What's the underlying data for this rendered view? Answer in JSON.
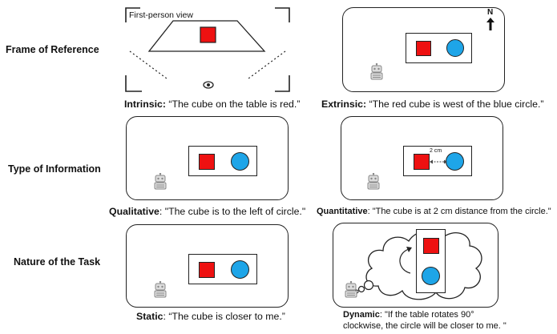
{
  "rows": {
    "frame_of_reference": "Frame of Reference",
    "type_of_information": "Type of Information",
    "nature_of_task": "Nature of the Task"
  },
  "panels": {
    "intrinsic": {
      "view_label": "First-person view",
      "term": "Intrinsic:",
      "quote": "“The cube on the table is red.”"
    },
    "extrinsic": {
      "compass": "N",
      "term": "Extrinsic:",
      "quote": "“The red cube is west of the blue circle.”"
    },
    "qualitative": {
      "term": "Qualitative",
      "quote": ": \"The cube is to the left of circle.\""
    },
    "quantitative": {
      "distance": "2 cm",
      "term": "Quantitative",
      "quote": ": \"The cube is at 2 cm  distance from the circle.\""
    },
    "static": {
      "term": "Static",
      "quote": ": “The cube is closer to me.”"
    },
    "dynamic": {
      "term": "Dynamic",
      "quote_line1": ": \"If the table rotates 90°",
      "quote_line2": "clockwise, the circle will be closer to me. \""
    }
  },
  "colors": {
    "cube": "#ee1111",
    "circle": "#1ea5e8",
    "outline": "#222222"
  }
}
